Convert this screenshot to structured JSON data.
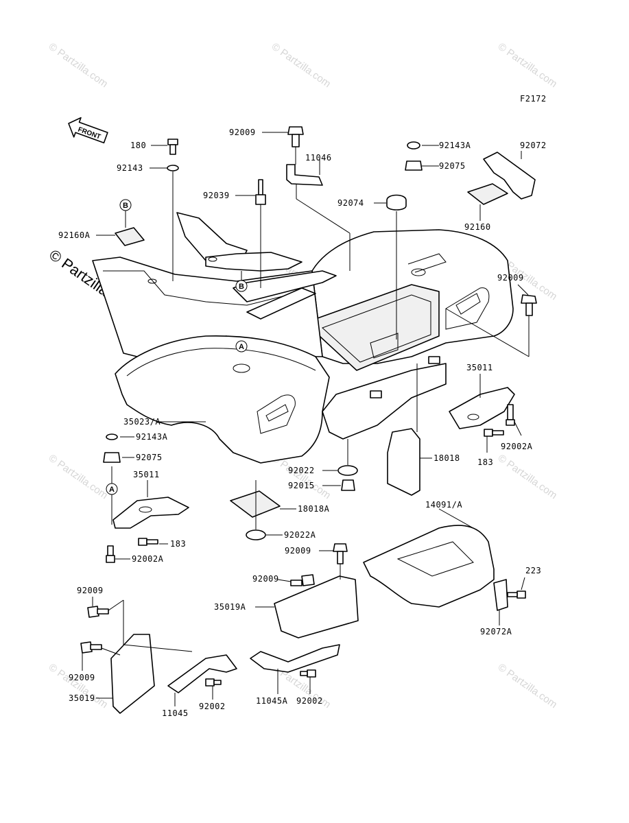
{
  "figure_code": "F2172",
  "front_label": "FRONT",
  "watermark": "© Partzilla.com",
  "callout_a": "A",
  "callout_b": "B",
  "labels": {
    "p180": "180",
    "p92143": "92143",
    "p92160A": "92160A",
    "p92009_top": "92009",
    "p11046": "11046",
    "p92039": "92039",
    "p92143A_top": "92143A",
    "p92075_top": "92075",
    "p92072": "92072",
    "p92074": "92074",
    "p92160": "92160",
    "p92009_right": "92009",
    "p35011_right": "35011",
    "p92002A_right": "92002A",
    "p183_right": "183",
    "p18018": "18018",
    "p35023A": "35023/A",
    "p92143A_left": "92143A",
    "p92075_left": "92075",
    "p35011_left": "35011",
    "p183_left": "183",
    "p92002A_left": "92002A",
    "p92022": "92022",
    "p92015": "92015",
    "p18018A": "18018A",
    "p92022A": "92022A",
    "p92009_mid1": "92009",
    "p92009_mid2": "92009",
    "p35019A": "35019A",
    "p14091A": "14091/A",
    "p223": "223",
    "p92072A": "92072A",
    "p92009_bl1": "92009",
    "p92009_bl2": "92009",
    "p35019": "35019",
    "p11045": "11045",
    "p92002": "92002",
    "p11045A": "11045A",
    "p92002_b": "92002"
  }
}
